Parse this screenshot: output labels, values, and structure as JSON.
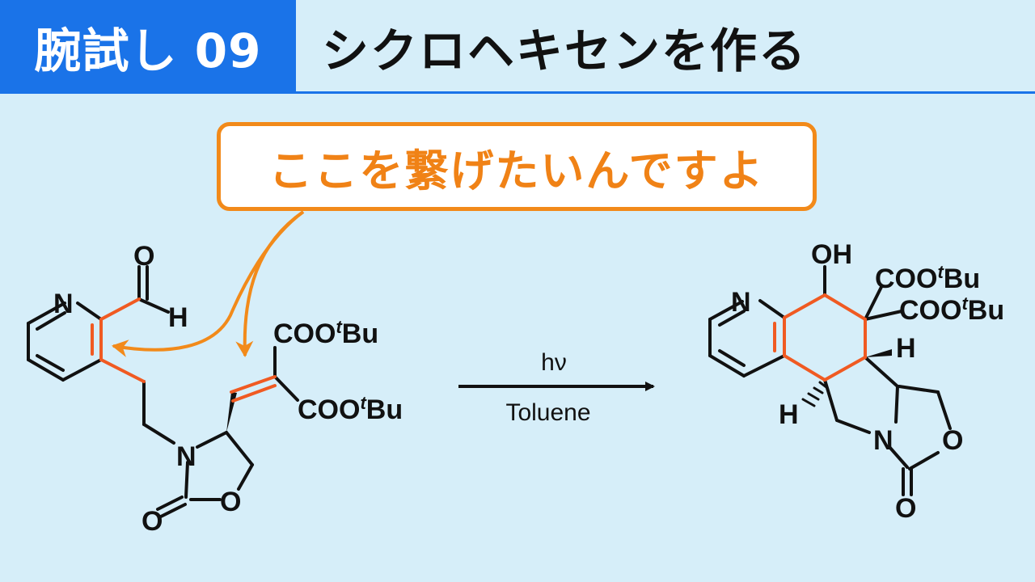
{
  "header": {
    "badge": "腕試し 09",
    "title": "シクロヘキセンを作る"
  },
  "callout": {
    "text": "ここを繋げたいんですよ"
  },
  "reaction": {
    "reagent_top": "hν",
    "reagent_bottom": "Toluene"
  },
  "atoms": {
    "n": "N",
    "o": "O",
    "h": "H",
    "oh": "OH",
    "coo": "COO",
    "t": "t",
    "bu": "Bu"
  },
  "colors": {
    "accent_blue": "#1a73e8",
    "highlight_orange": "#f05a22",
    "callout_orange": "#f28a1a",
    "background": "#d6eef9"
  }
}
